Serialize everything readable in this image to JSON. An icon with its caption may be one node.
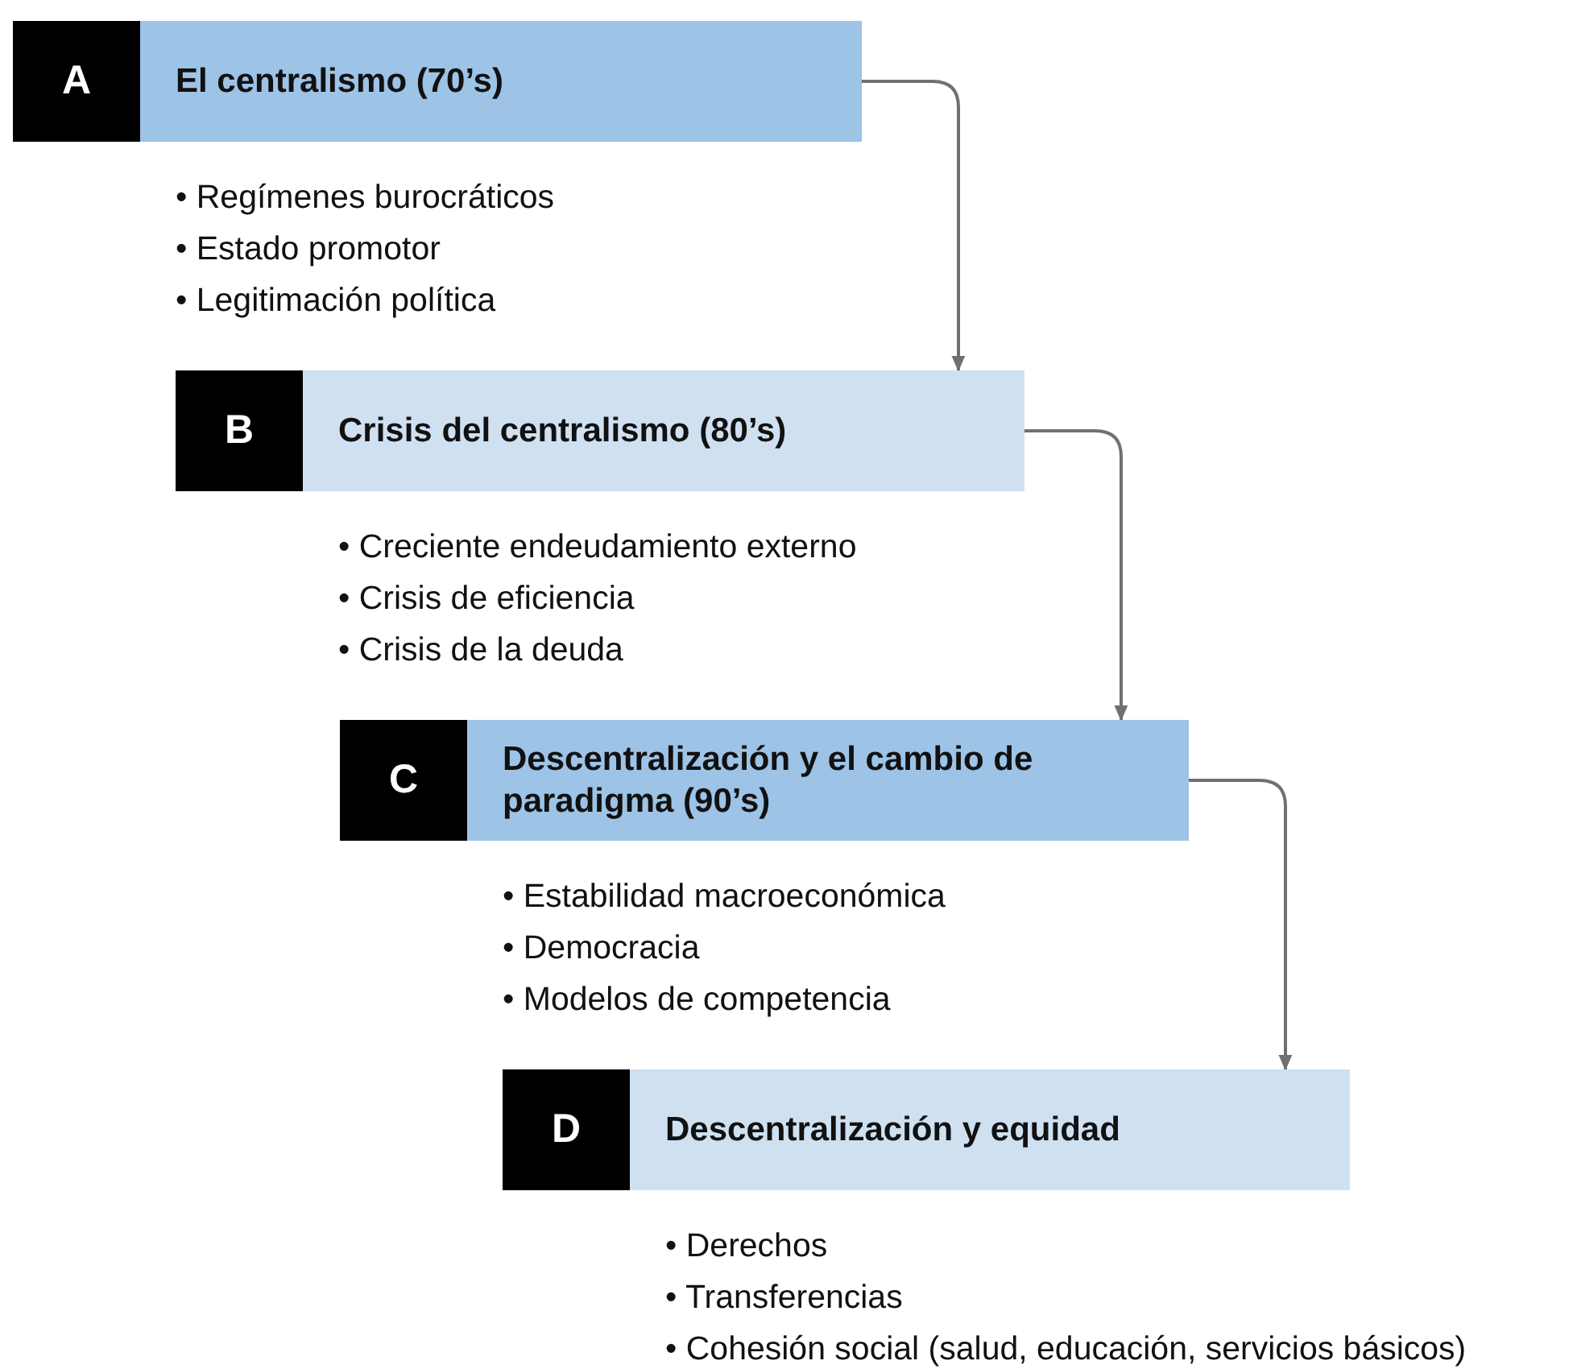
{
  "diagram": {
    "nodes": [
      {
        "text": [
          "A",
          "El centralismo (70’s)"
        ],
        "beside": [
          "• Regímenes burocráticos",
          "• Estado promotor",
          "• Legitimación política"
        ]
      },
      {
        "text": [
          "B",
          "Crisis del centralismo (80’s)"
        ],
        "beside": [
          "• Creciente endeudamiento externo",
          "• Crisis de eficiencia",
          "• Crisis de la deuda"
        ]
      },
      {
        "text": [
          "C",
          "Descentralización y el cambio de paradigma (90’s)"
        ],
        "beside": [
          "• Estabilidad macroeconómica",
          "• Democracia",
          "• Modelos de competencia"
        ]
      },
      {
        "text": [
          "D",
          "Descentralización y equidad"
        ],
        "beside": [
          "• Derechos",
          "• Transferencias",
          "• Cohesión social (salud, educación, servicios básicos)"
        ]
      }
    ],
    "edges": [
      {
        "from": 0,
        "to": 1,
        "arrow": "to"
      },
      {
        "from": 1,
        "to": 2,
        "arrow": "to"
      },
      {
        "from": 2,
        "to": 3,
        "arrow": "to"
      }
    ]
  }
}
